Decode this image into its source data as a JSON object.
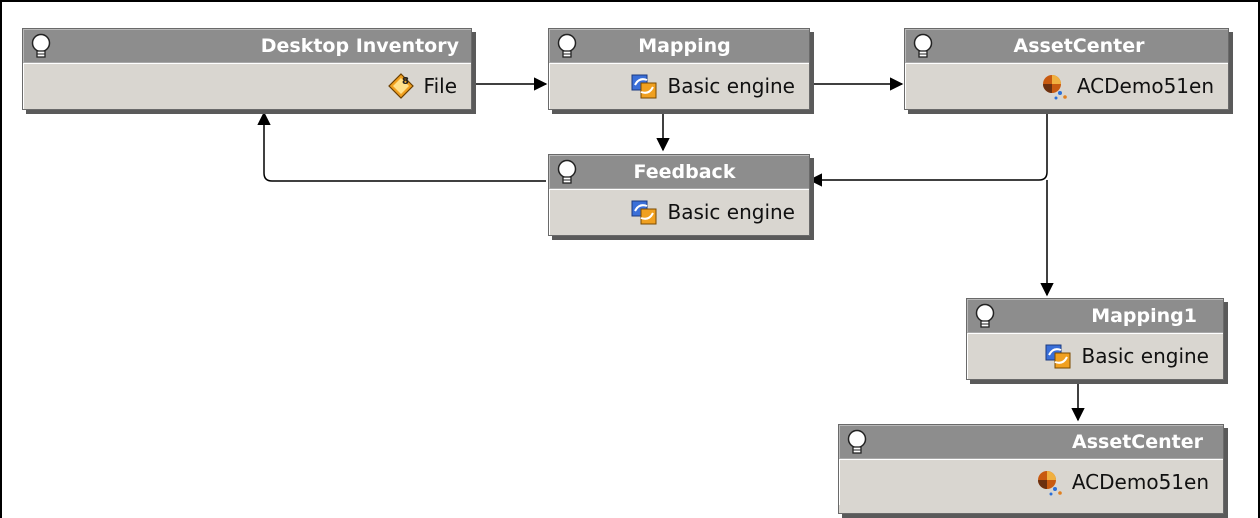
{
  "nodes": {
    "desktop_inventory": {
      "title": "Desktop Inventory",
      "label": "File",
      "icon": "file-connector-icon"
    },
    "mapping": {
      "title": "Mapping",
      "label": "Basic engine",
      "icon": "basic-engine-icon"
    },
    "assetcenter": {
      "title": "AssetCenter",
      "label": "ACDemo51en",
      "icon": "database-icon"
    },
    "feedback": {
      "title": "Feedback",
      "label": "Basic engine",
      "icon": "basic-engine-icon"
    },
    "mapping1": {
      "title": "Mapping1",
      "label": "Basic engine",
      "icon": "basic-engine-icon"
    },
    "assetcenter2": {
      "title": "AssetCenter",
      "label": "ACDemo51en",
      "icon": "database-icon"
    }
  },
  "colors": {
    "node_header": "#8d8d8d",
    "node_body": "#d9d6d0",
    "title_text": "#ffffff",
    "connector": "#000000"
  }
}
